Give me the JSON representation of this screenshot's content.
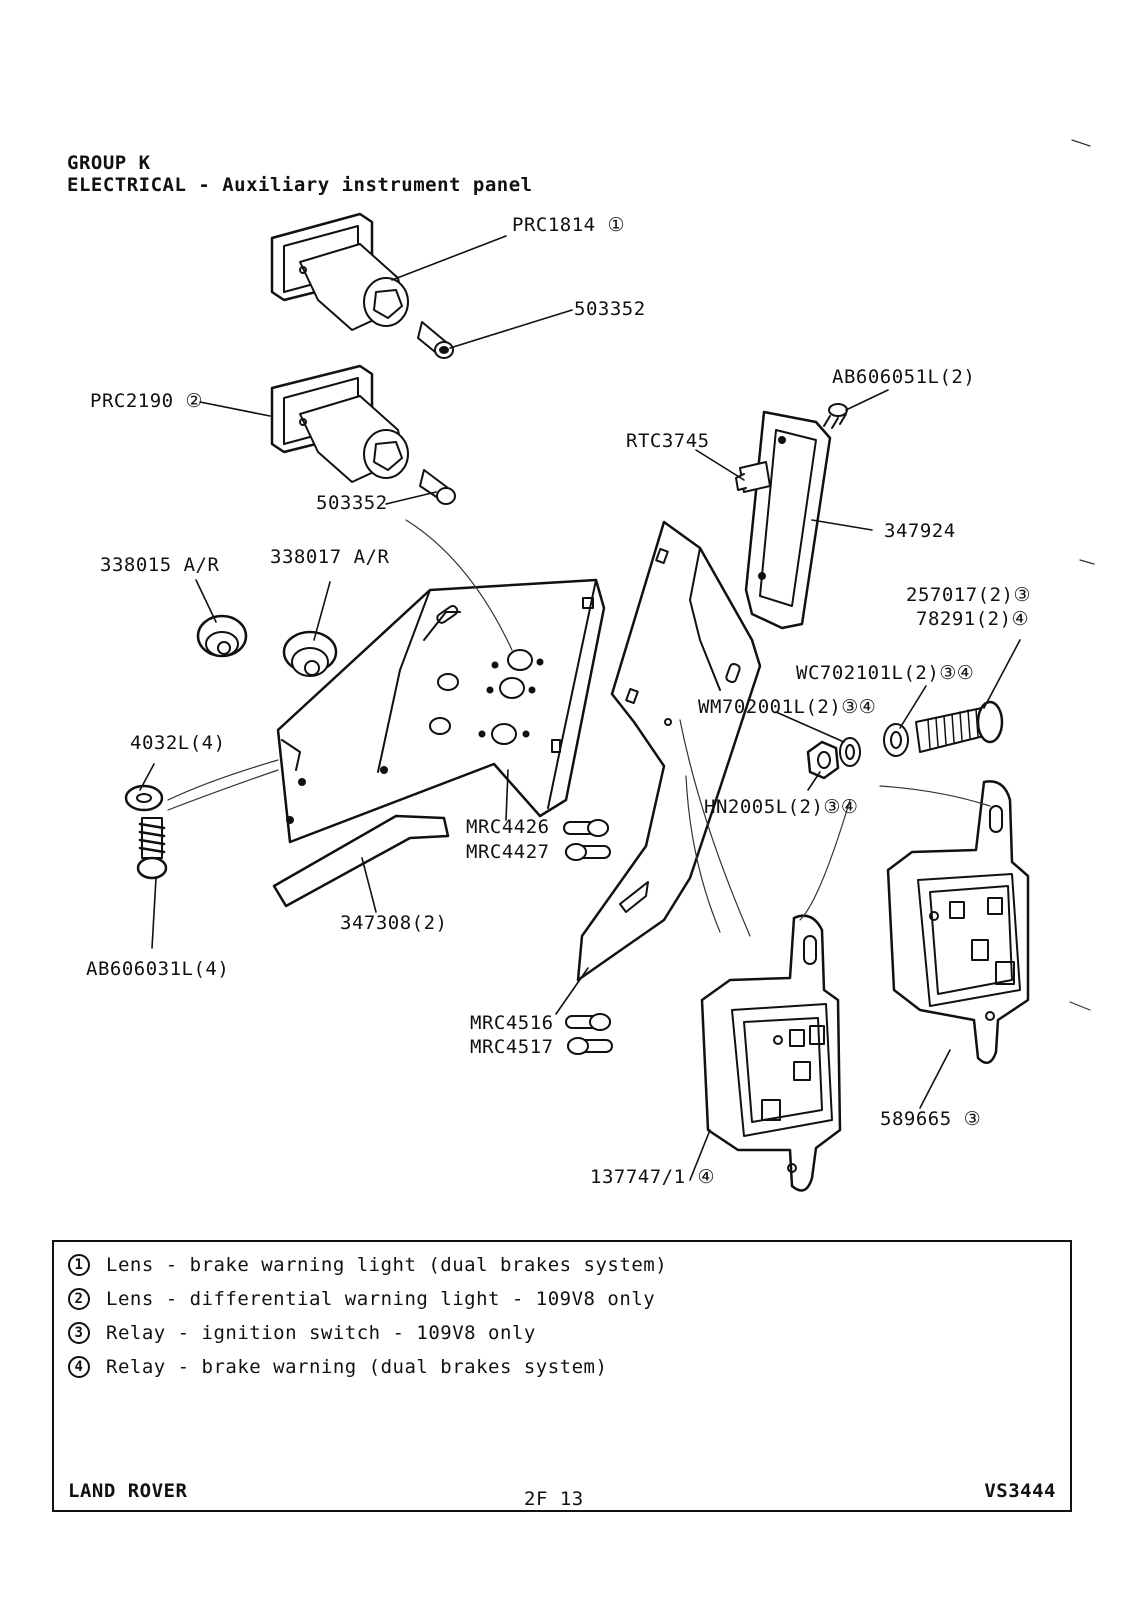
{
  "header": {
    "group": "GROUP K",
    "section": "ELECTRICAL - Auxiliary instrument panel"
  },
  "part_labels": {
    "prc1814": "PRC1814 ①",
    "bulb_a": "503352",
    "prc2190": "PRC2190 ②",
    "ab606051l": "AB606051L(2)",
    "rtc3745": "RTC3745",
    "bulb_b": "503352",
    "p347924": "347924",
    "p338015": "338015 A/R",
    "p338017": "338017 A/R",
    "p257017": "257017(2)③",
    "p78291": "78291(2)④",
    "wc702101l": "WC702101L(2)③④",
    "wm702001l": "WM702001L(2)③④",
    "p4032l": "4032L(4)",
    "hn2005l": "HN2005L(2)③④",
    "mrc4426": "MRC4426",
    "mrc4427": "MRC4427",
    "p347308": "347308(2)",
    "ab606031l": "AB606031L(4)",
    "mrc4516": "MRC4516",
    "mrc4517": "MRC4517",
    "p589665": "589665 ③",
    "p137747": "137747/1 ④"
  },
  "legend": [
    {
      "num": "1",
      "text": "Lens - brake warning light (dual brakes system)"
    },
    {
      "num": "2",
      "text": "Lens - differential warning light - 109V8 only"
    },
    {
      "num": "3",
      "text": "Relay - ignition switch - 109V8 only"
    },
    {
      "num": "4",
      "text": "Relay - brake warning (dual brakes system)"
    }
  ],
  "footer": {
    "brand": "LAND ROVER",
    "page": "2F 13",
    "ref": "VS3444"
  }
}
